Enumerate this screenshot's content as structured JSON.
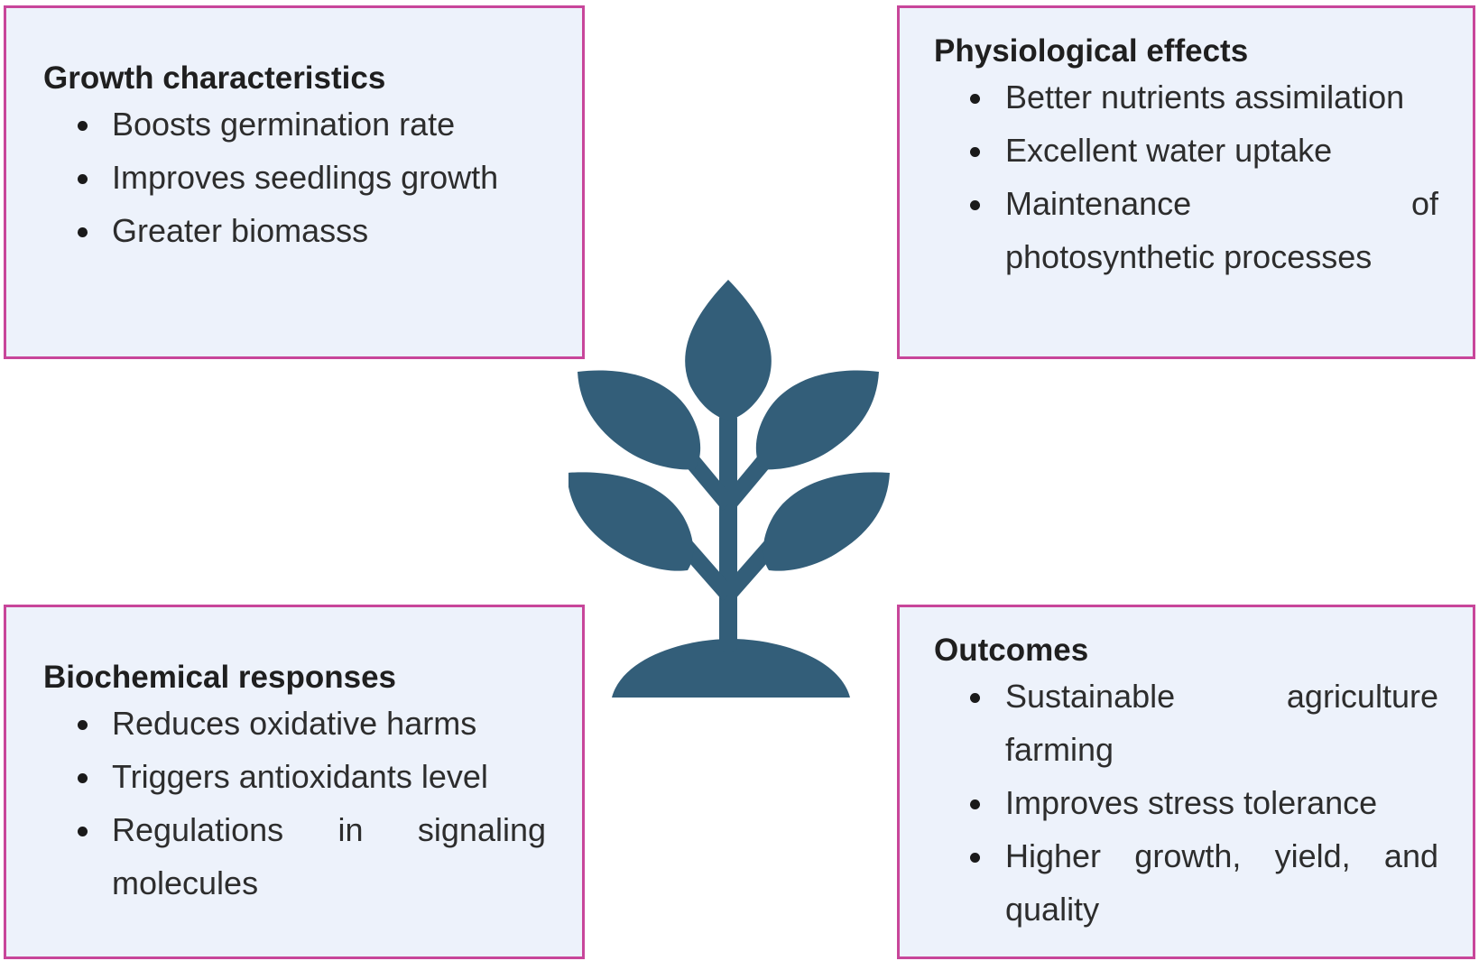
{
  "growth": {
    "title": "Growth characteristics",
    "items": [
      "Boosts germination rate",
      "Improves seedlings growth",
      "Greater biomasss"
    ]
  },
  "physiological": {
    "title": "Physiological effects",
    "items": [
      "Better nutrients assimilation",
      "Excellent water uptake",
      "Maintenance of photosynthetic processes"
    ]
  },
  "biochemical": {
    "title": "Biochemical responses",
    "items": [
      "Reduces oxidative harms",
      "Triggers antioxidants level",
      "Regulations in signaling molecules"
    ]
  },
  "outcomes": {
    "title": "Outcomes",
    "items": [
      "Sustainable agriculture farming",
      "Improves stress tolerance",
      "Higher growth, yield, and quality"
    ]
  },
  "colors": {
    "box_fill": "#edf2fb",
    "box_border": "#c8469a",
    "plant": "#335e79"
  },
  "icon": "plant-icon"
}
